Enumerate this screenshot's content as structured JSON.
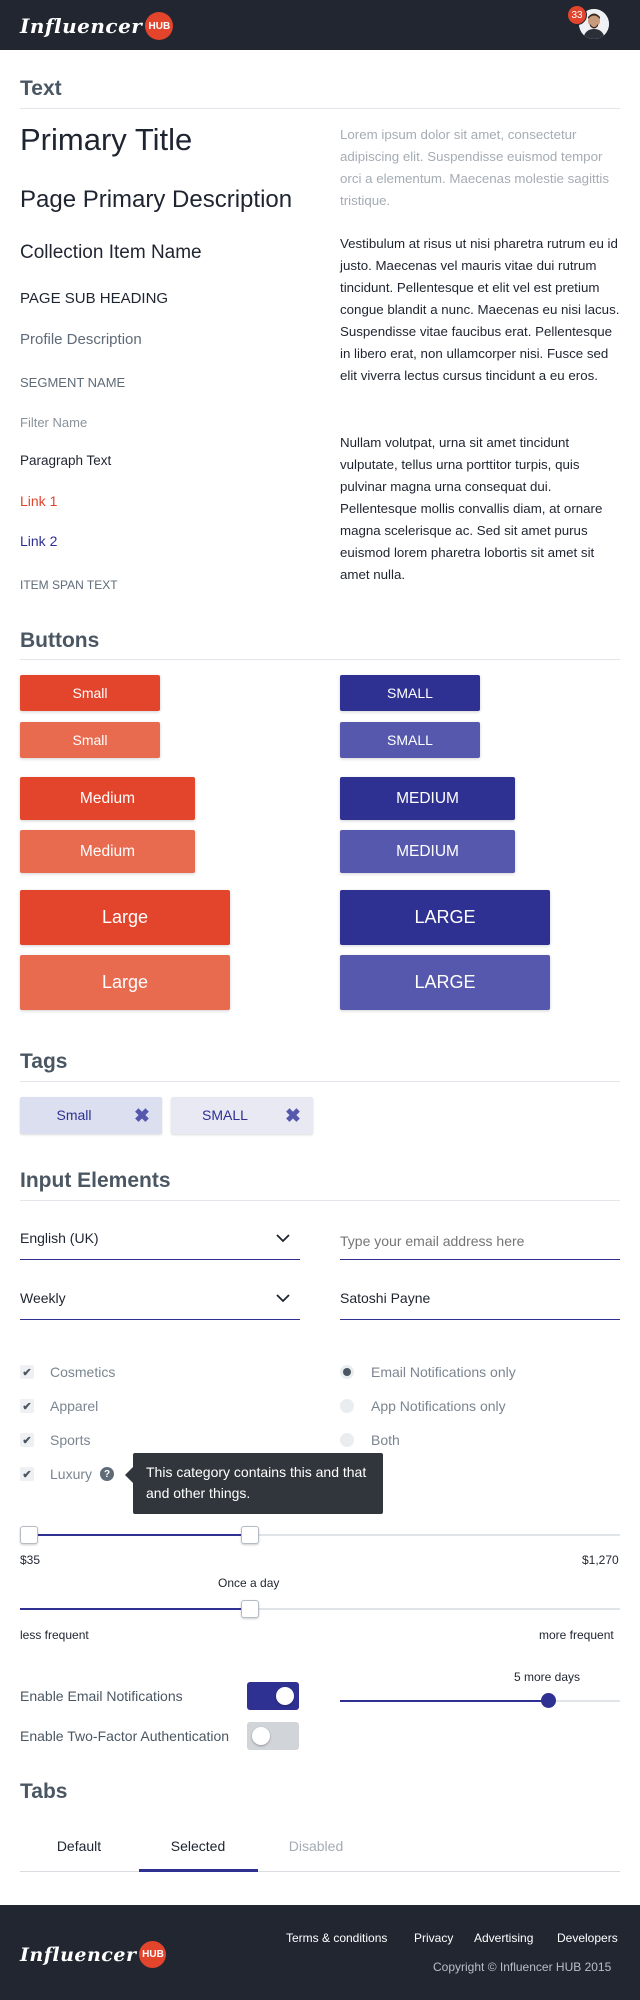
{
  "header": {
    "logo_word": "Influencer",
    "logo_hub": "HUB",
    "notification_count": "33"
  },
  "sections": {
    "text": "Text",
    "buttons": "Buttons",
    "tags": "Tags",
    "inputs": "Input Elements",
    "tabs": "Tabs"
  },
  "text_samples": {
    "primary_title": "Primary Title",
    "page_primary_description": "Page Primary Description",
    "collection_item_name": "Collection Item Name",
    "page_sub_heading": "PAGE SUB HEADING",
    "profile_description": "Profile Description",
    "segment_name": "SEGMENT NAME",
    "filter_name": "Filter Name",
    "paragraph_text": "Paragraph Text",
    "link_1": "Link 1",
    "link_2": "Link 2",
    "item_span_text": "ITEM SPAN TEXT"
  },
  "paragraphs": {
    "light": "Lorem ipsum dolor sit amet, consectetur adipiscing elit. Suspendisse euismod tempor orci a elementum. Maecenas molestie sagittis tristique.",
    "body_1": "Vestibulum at risus ut nisi pharetra rutrum eu id justo. Maecenas vel mauris vitae dui rutrum tincidunt. Pellentesque et elit vel est pretium congue blandit a nunc. Maecenas eu nisi lacus. Suspendisse vitae faucibus erat. Pellentesque in libero erat, non ullamcorper nisi. Fusce sed elit viverra lectus cursus tincidunt a eu eros.",
    "body_2": "Nullam volutpat, urna sit amet tincidunt vulputate, tellus urna porttitor turpis, quis pulvinar magna urna consequat dui. Pellentesque mollis convallis diam, at ornare magna scelerisque ac. Sed sit amet purus euismod lorem pharetra lobortis sit amet sit amet nulla."
  },
  "buttons": {
    "small_orange": "Small",
    "small_orange_light": "Small",
    "medium_orange": "Medium",
    "medium_orange_light": "Medium",
    "large_orange": "Large",
    "large_orange_light": "Large",
    "small_blue": "SMALL",
    "small_blue_light": "SMALL",
    "medium_blue": "MEDIUM",
    "medium_blue_light": "MEDIUM",
    "large_blue": "LARGE",
    "large_blue_light": "LARGE"
  },
  "tags": {
    "tag_1": "Small",
    "tag_2": "SMALL",
    "close_glyph": "✖"
  },
  "inputs": {
    "language_select": "English (UK)",
    "frequency_select": "Weekly",
    "email_placeholder": "Type your email address here",
    "name_value": "Satoshi Payne",
    "checkboxes": [
      "Cosmetics",
      "Apparel",
      "Sports",
      "Luxury"
    ],
    "radios": [
      "Email Notifications only",
      "App Notifications only",
      "Both"
    ],
    "selected_radio": "Email Notifications only",
    "tooltip": "This category contains this and that and other things.",
    "range_min_label": "$35",
    "range_max_label": "$1,270",
    "frequency_value_label": "Once a day",
    "frequency_left_label": "less frequent",
    "frequency_right_label": "more frequent",
    "days_slider_label": "5 more days",
    "toggle_email_label": "Enable Email Notifications",
    "toggle_2fa_label": "Enable Two-Factor Authentication",
    "toggle_email_on": true,
    "toggle_2fa_on": false
  },
  "tabs": {
    "items": [
      "Default",
      "Selected",
      "Disabled"
    ],
    "selected": "Selected"
  },
  "footer": {
    "links": [
      "Terms & conditions",
      "Privacy",
      "Advertising",
      "Developers"
    ],
    "copyright": "Copyright © Influencer HUB 2015"
  },
  "colors": {
    "orange": "#e2452c",
    "orange_light": "#e86a4f",
    "blue": "#2e3192",
    "blue_light": "#5558ad",
    "dark": "#212631"
  }
}
